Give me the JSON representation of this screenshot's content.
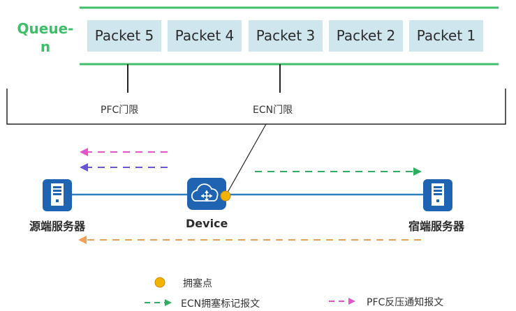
{
  "queue": {
    "label": "Queue-n",
    "packets": [
      "Packet 5",
      "Packet 4",
      "Packet 3",
      "Packet 2",
      "Packet 1"
    ]
  },
  "thresholds": {
    "pfc": "PFC门限",
    "ecn": "ECN门限"
  },
  "nodes": {
    "source": "源端服务器",
    "device": "Device",
    "dest": "宿端服务器"
  },
  "legend": {
    "congestion_point": "拥塞点",
    "ecn_packet": "ECN拥塞标记报文",
    "pfc_packet": "PFC反压通知报文"
  },
  "colors": {
    "queue_green": "#3dbf6a",
    "packet_fill": "#cfe6ef",
    "ecn_green": "#2fae63",
    "pfc_magenta": "#e055c8",
    "cnp_purple": "#6a55d6",
    "return_orange": "#f0a056",
    "link_blue": "#2a7fbf",
    "server_blue": "#1f64b3",
    "congestion_dot": "#f2b300"
  }
}
